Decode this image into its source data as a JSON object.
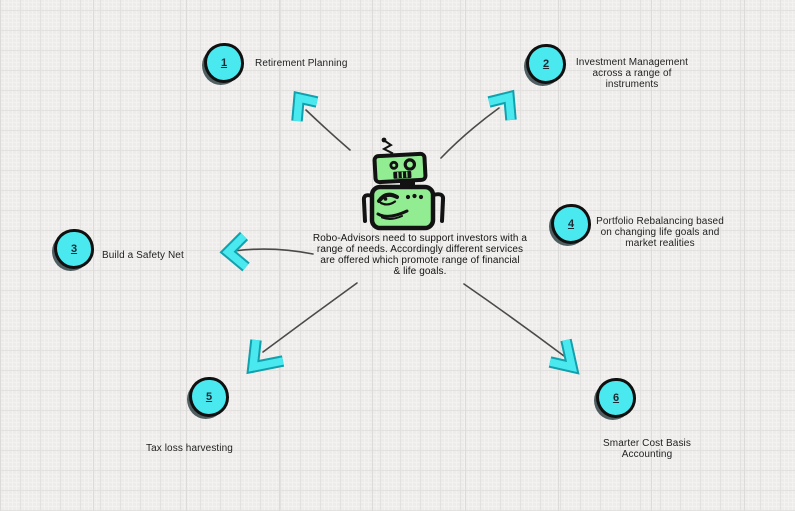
{
  "diagram": {
    "type": "hand-drawn mind map",
    "center": {
      "icon": "robot-icon",
      "lines": [
        "Robo-Advisors need to support investors with a",
        "range of needs. Accordingly different services",
        "are offered which promote  range of financial",
        "& life goals."
      ]
    },
    "nodes": [
      {
        "number": "1",
        "lines": [
          "Retirement Planning"
        ]
      },
      {
        "number": "2",
        "lines": [
          "Investment Management",
          "across a range of",
          "instruments"
        ]
      },
      {
        "number": "3",
        "lines": [
          "Build a Safety Net"
        ]
      },
      {
        "number": "4",
        "lines": [
          "Portfolio Rebalancing based",
          "on changing life goals and",
          "market realities"
        ]
      },
      {
        "number": "5",
        "lines": [
          "Tax loss harvesting"
        ]
      },
      {
        "number": "6",
        "lines": [
          "Smarter Cost Basis",
          "Accounting"
        ]
      }
    ],
    "arrows": [
      "to-node-1",
      "to-node-2",
      "to-node-3",
      "to-node-5",
      "to-node-6"
    ],
    "colors": {
      "background": "#edecea",
      "grid_line": "#e2e1df",
      "node_fill": "#4ae8ef",
      "node_border": "#101010",
      "arrow_head_fill": "#4ae8ef",
      "arrow_head_outline": "#12a0ac",
      "connector_line": "#4a4a4a",
      "robot_fill": "#92ec92",
      "robot_outline": "#121212",
      "text": "#1f1f1f"
    }
  }
}
